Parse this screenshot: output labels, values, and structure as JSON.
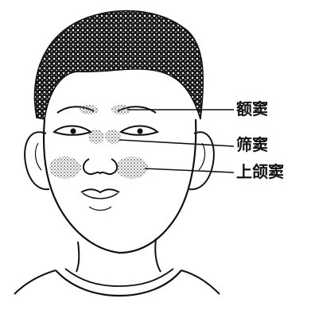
{
  "labels": {
    "frontal": "额窦",
    "ethmoid": "筛窦",
    "maxillary": "上颌窦"
  },
  "colors": {
    "ink": "#111111",
    "background": "#ffffff",
    "sinus_stipple": "#555555"
  }
}
